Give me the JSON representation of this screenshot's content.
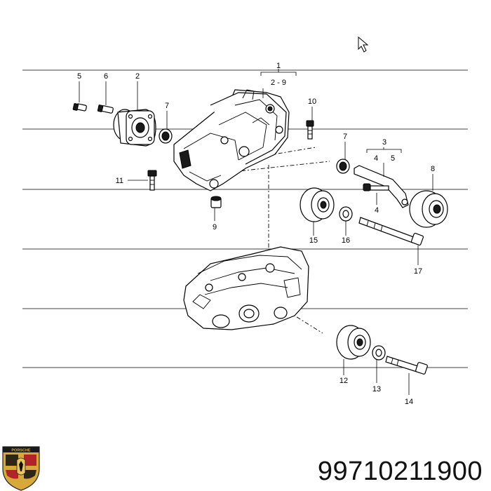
{
  "callouts": {
    "c1": "1",
    "c1_range": "2 - 9",
    "c2": "2",
    "c3": "3",
    "c3_left": "4",
    "c3_right": "5",
    "c4": "4",
    "c5": "5",
    "c6": "6",
    "c7a": "7",
    "c7b": "7",
    "c8": "8",
    "c9": "9",
    "c10": "10",
    "c11": "11",
    "c12": "12",
    "c13": "13",
    "c14": "14",
    "c15": "15",
    "c16": "16",
    "c17": "17"
  },
  "logo": {
    "wordmark": "PORSCHE"
  },
  "part_number": "99710211900",
  "colors": {
    "line": "#000000",
    "background": "#ffffff",
    "logo_gold": "#d8a93a",
    "logo_red": "#b3242a"
  }
}
